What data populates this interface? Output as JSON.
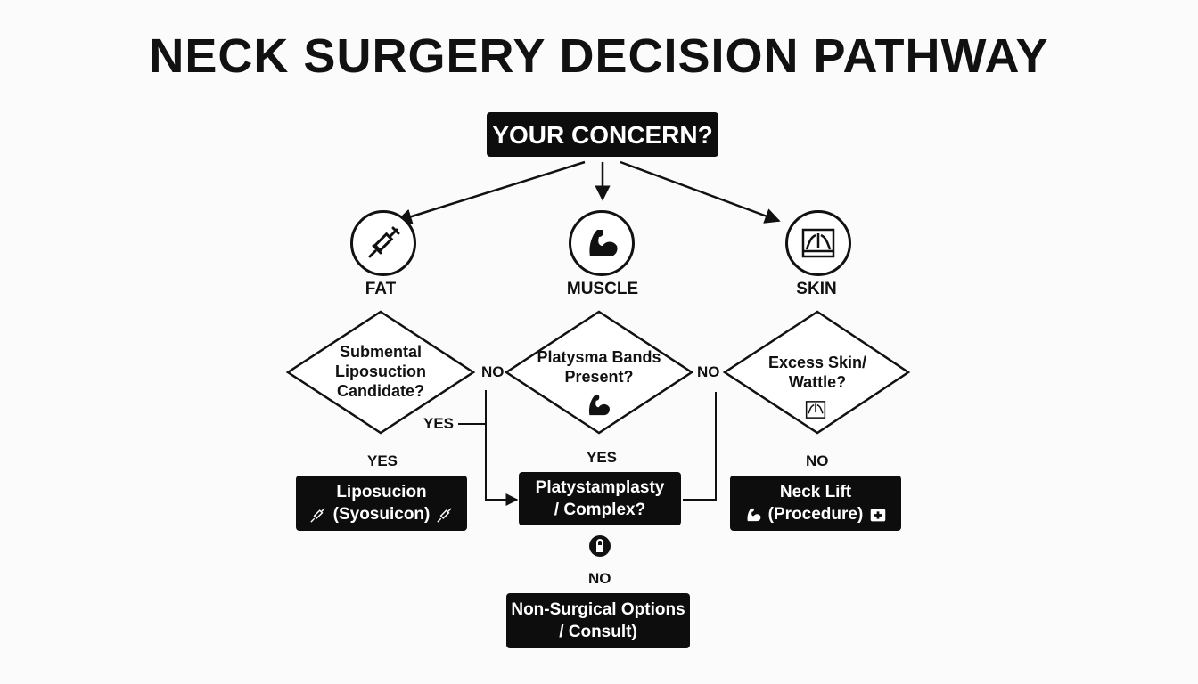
{
  "title": "NECK SURGERY DECISION PATHWAY",
  "start": "YOUR CONCERN?",
  "categories": [
    {
      "label": "FAT",
      "icon": "syringe-icon"
    },
    {
      "label": "MUSCLE",
      "icon": "flexed-arm-icon"
    },
    {
      "label": "SKIN",
      "icon": "skin-layers-icon"
    }
  ],
  "decisions": [
    {
      "lines": [
        "Submental",
        "Liposuction",
        "Candidate?"
      ]
    },
    {
      "lines": [
        "Platysma Bands",
        "Present?"
      ],
      "icon": "flexed-arm-icon"
    },
    {
      "lines": [
        "Excess Skin/",
        "Wattle?"
      ],
      "icon": "skin-layers-icon"
    }
  ],
  "edge_labels": {
    "fat_no": "NO",
    "fat_yes_side": "YES",
    "fat_yes": "YES",
    "muscle_no": "NO",
    "muscle_yes": "YES",
    "skin_no": "NO",
    "platysmaplasty_no": "NO"
  },
  "outcomes": {
    "liposuction": {
      "line1": "Liposucion",
      "line2": "(Syosuicon)"
    },
    "platysmaplasty": {
      "line1": "Platystamplasty",
      "line2": "/ Complex?"
    },
    "necklift": {
      "line1": "Neck Lift",
      "line2": "(Procedure)"
    },
    "nonsurgical": {
      "line1": "Non-Surgical Options",
      "line2": "/ Consult)"
    }
  },
  "colors": {
    "ink": "#111111",
    "box": "#0d0d0d",
    "background": "#fbfbfb"
  }
}
